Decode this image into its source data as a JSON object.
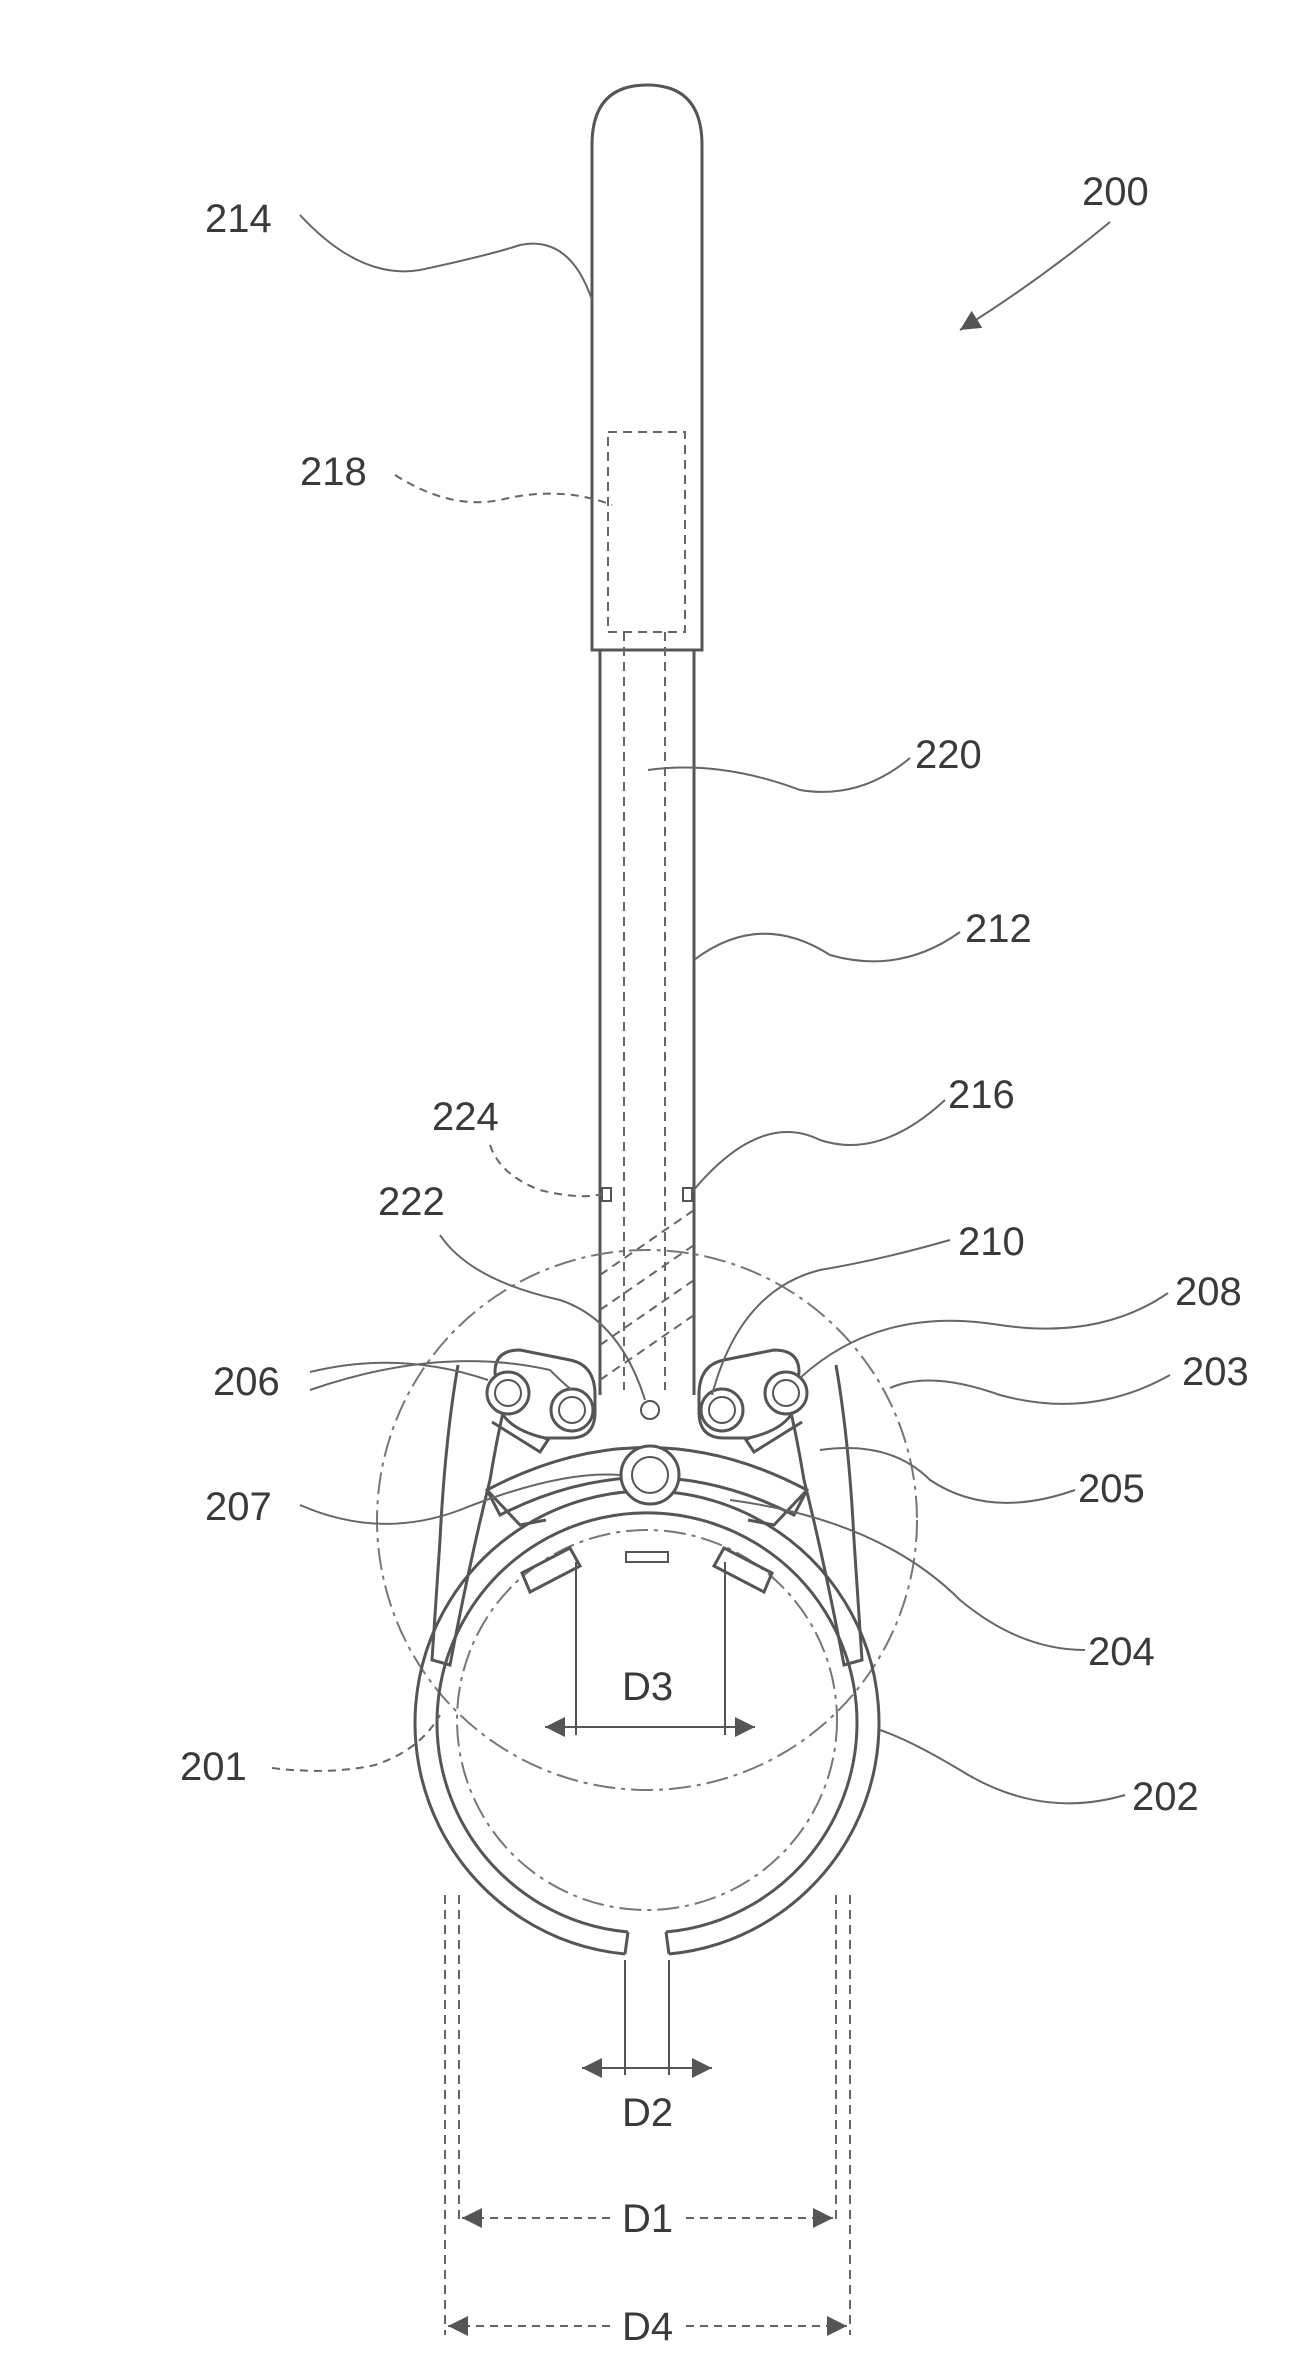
{
  "labels": {
    "ref_200": "200",
    "ref_214": "214",
    "ref_218": "218",
    "ref_220": "220",
    "ref_212": "212",
    "ref_216": "216",
    "ref_224": "224",
    "ref_222": "222",
    "ref_210": "210",
    "ref_208": "208",
    "ref_206": "206",
    "ref_203": "203",
    "ref_205": "205",
    "ref_207": "207",
    "ref_204": "204",
    "ref_201": "201",
    "ref_202": "202"
  },
  "dimensions": {
    "d1": "D1",
    "d2": "D2",
    "d3": "D3",
    "d4": "D4"
  }
}
